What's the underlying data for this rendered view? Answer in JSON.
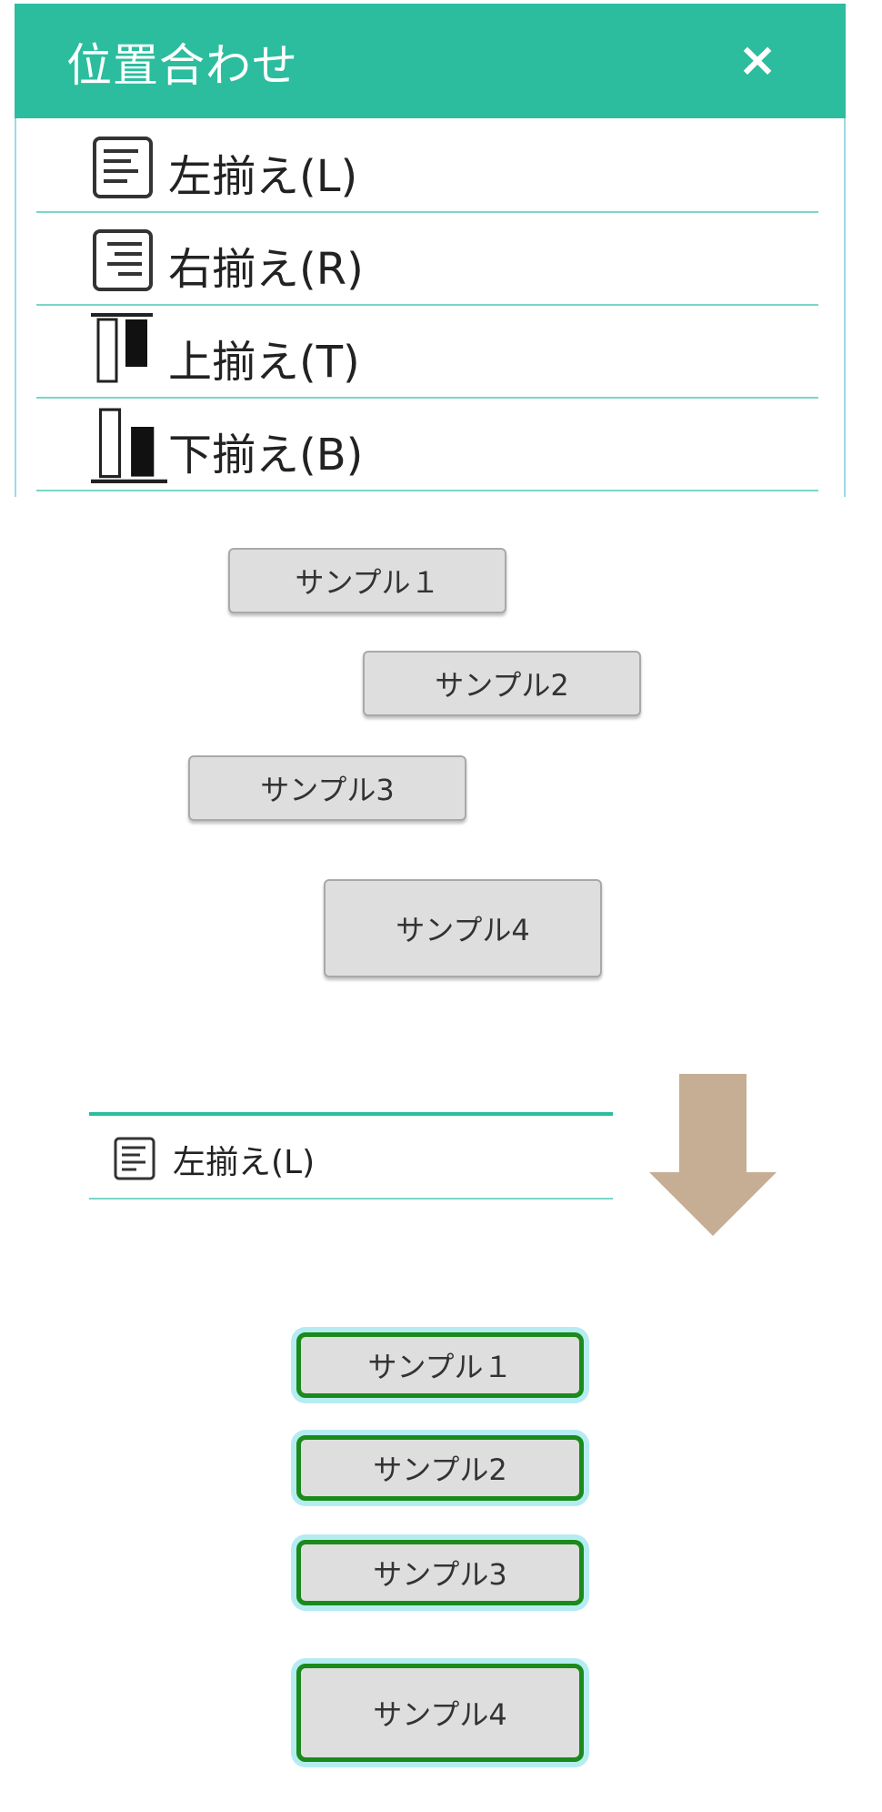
{
  "panel": {
    "title": "位置合わせ",
    "close_glyph": "×",
    "items": [
      {
        "label": "左揃え(L)",
        "icon": "align-left-icon"
      },
      {
        "label": "右揃え(R)",
        "icon": "align-right-icon"
      },
      {
        "label": "上揃え(T)",
        "icon": "align-top-icon"
      },
      {
        "label": "下揃え(B)",
        "icon": "align-bottom-icon"
      }
    ]
  },
  "samples_before": [
    "サンプル１",
    "サンプル2",
    "サンプル3",
    "サンプル4"
  ],
  "mini_menu": {
    "label": "左揃え(L)",
    "icon": "align-left-icon"
  },
  "arrow": {
    "icon": "down-arrow-icon",
    "color": "#c6ae94"
  },
  "samples_after": [
    "サンプル１",
    "サンプル2",
    "サンプル3",
    "サンプル4"
  ],
  "colors": {
    "header": "#2bbd9e",
    "selected_border": "#1a8a1a",
    "selected_glow": "#b5ecf2"
  }
}
